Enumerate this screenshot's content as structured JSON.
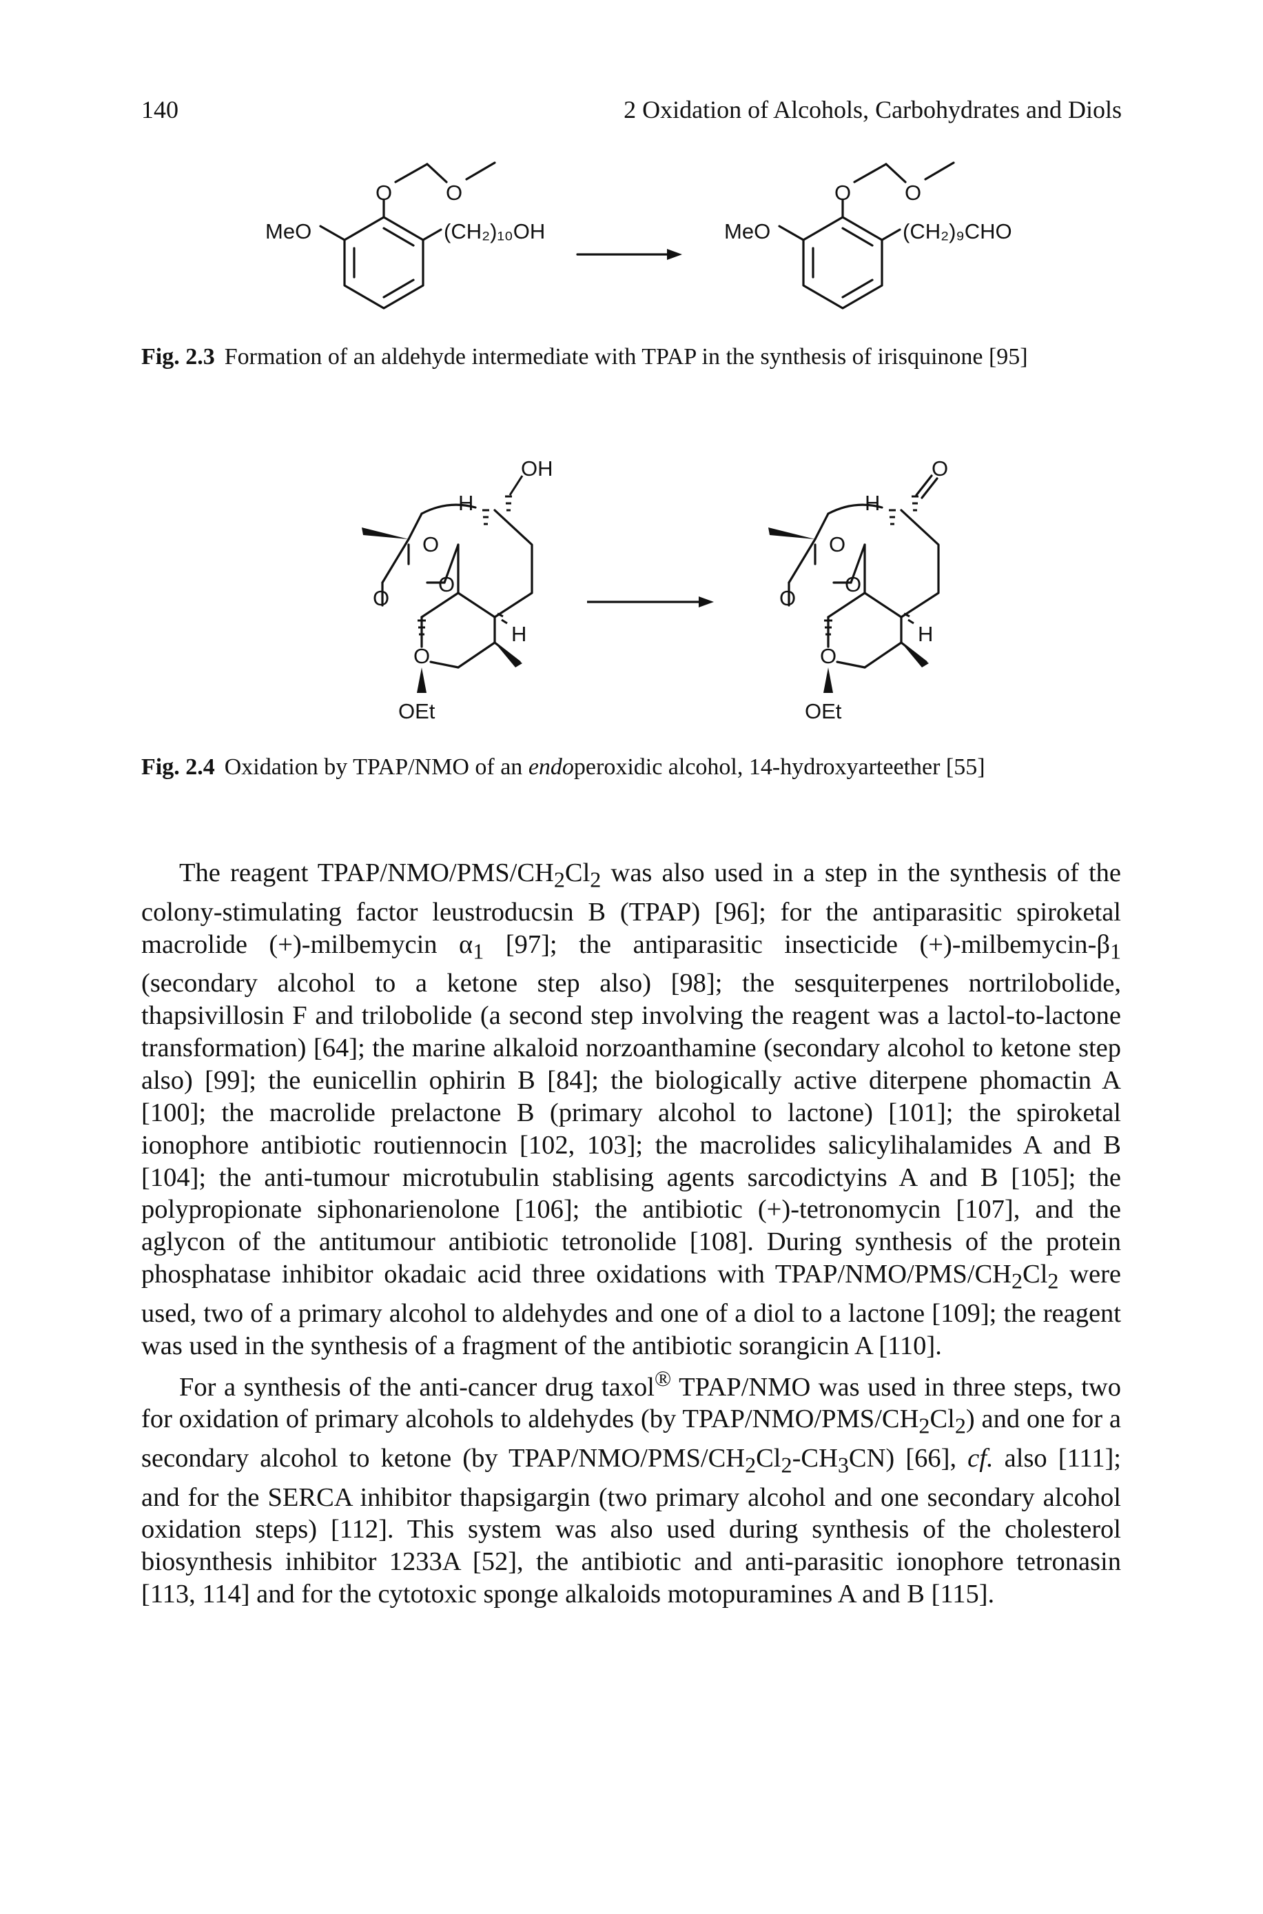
{
  "header": {
    "page_number": "140",
    "running_title": "2 Oxidation of Alcohols, Carbohydrates and Diols"
  },
  "figures": [
    {
      "label": "Fig. 2.3",
      "caption": "Formation of an aldehyde intermediate with TPAP in the synthesis of irisquinone [95]",
      "reactant_labels": {
        "methoxy": "MeO",
        "ring_oxygen_1": "O",
        "ring_oxygen_2": "O",
        "chain": "(CH₂)₁₀OH"
      },
      "product_labels": {
        "methoxy": "MeO",
        "ring_oxygen_1": "O",
        "ring_oxygen_2": "O",
        "chain": "(CH₂)₉CHO"
      }
    },
    {
      "label": "Fig. 2.4",
      "caption_before": "Oxidation by TPAP/NMO of an ",
      "caption_italic": "endo",
      "caption_after": "peroxidic alcohol, 14-hydroxyarteether [55]",
      "reactant_labels": {
        "top": "OH",
        "ring_h_top": "H",
        "ring_h_bottom": "H",
        "o_peroxide_1": "O",
        "o_peroxide_2": "O",
        "o_left": "O",
        "o_bottom": "O",
        "ethoxy": "OEt"
      },
      "product_labels": {
        "top": "O",
        "ring_h_top": "H",
        "ring_h_bottom": "H",
        "o_peroxide_1": "O",
        "o_peroxide_2": "O",
        "o_left": "O",
        "o_bottom": "O",
        "ethoxy": "OEt"
      }
    }
  ],
  "paragraphs": [
    [
      {
        "t": "The reagent TPAP/NMO/PMS/CH"
      },
      {
        "sub": "2"
      },
      {
        "t": "Cl"
      },
      {
        "sub": "2"
      },
      {
        "t": " was also used in a step in the synthesis of the colony-stimulating factor leustroducsin B (TPAP) [96]; for the antiparasitic spiroketal macrolide (+)-milbemycin α"
      },
      {
        "sub": "1"
      },
      {
        "t": " [97]; the antiparasitic insecticide (+)-milbemycin-β"
      },
      {
        "sub": "1"
      },
      {
        "t": " (secondary alcohol to a ketone step also) [98]; the sesquiterpenes nortrilobolide, thapsivillosin F and trilobolide (a second step involving the reagent was a lactol-to-lactone transformation) [64]; the marine alkaloid norzoanthamine (secondary alcohol to ketone step also) [99]; the eunicellin ophirin B [84]; the biologically active diterpene phomactin A [100]; the macrolide prelactone B (primary alcohol to lactone) [101]; the spiroketal ionophore antibiotic routiennocin [102, 103]; the macrolides salicylihalamides A and B [104]; the anti-tumour microtubulin stablising agents sarcodictyins A and B [105]; the polypropionate siphonarienolone [106]; the antibiotic (+)-tetronomycin [107], and the aglycon of the antitumour antibiotic tetronolide [108]. During synthesis of the protein phosphatase inhibitor okadaic acid three oxidations with TPAP/NMO/PMS/CH"
      },
      {
        "sub": "2"
      },
      {
        "t": "Cl"
      },
      {
        "sub": "2"
      },
      {
        "t": " were used, two of a primary alcohol to aldehydes and one of a diol to a lactone [109]; the reagent was used in the synthesis of a fragment of the antibiotic sorangicin A [110]."
      }
    ],
    [
      {
        "t": "For a synthesis of the anti-cancer drug taxol"
      },
      {
        "sup": "®"
      },
      {
        "t": " TPAP/NMO was used in three steps, two for oxidation of primary alcohols to aldehydes (by TPAP/NMO/PMS/CH"
      },
      {
        "sub": "2"
      },
      {
        "t": "Cl"
      },
      {
        "sub": "2"
      },
      {
        "t": ") and one for a secondary alcohol to ketone (by TPAP/NMO/PMS/CH"
      },
      {
        "sub": "2"
      },
      {
        "t": "Cl"
      },
      {
        "sub": "2"
      },
      {
        "t": "-CH"
      },
      {
        "sub": "3"
      },
      {
        "t": "CN) [66], "
      },
      {
        "i": "cf."
      },
      {
        "t": " also [111]; and for the SERCA inhibitor thapsigargin (two primary alcohol and one secondary alcohol oxidation steps) [112]. This system was also used during synthesis of the cholesterol biosynthesis inhibitor 1233A [52], the antibiotic and anti-parasitic ionophore tetronasin [113, 114] and for the cytotoxic sponge alkaloids motopuramines A and B [115]."
      }
    ]
  ]
}
